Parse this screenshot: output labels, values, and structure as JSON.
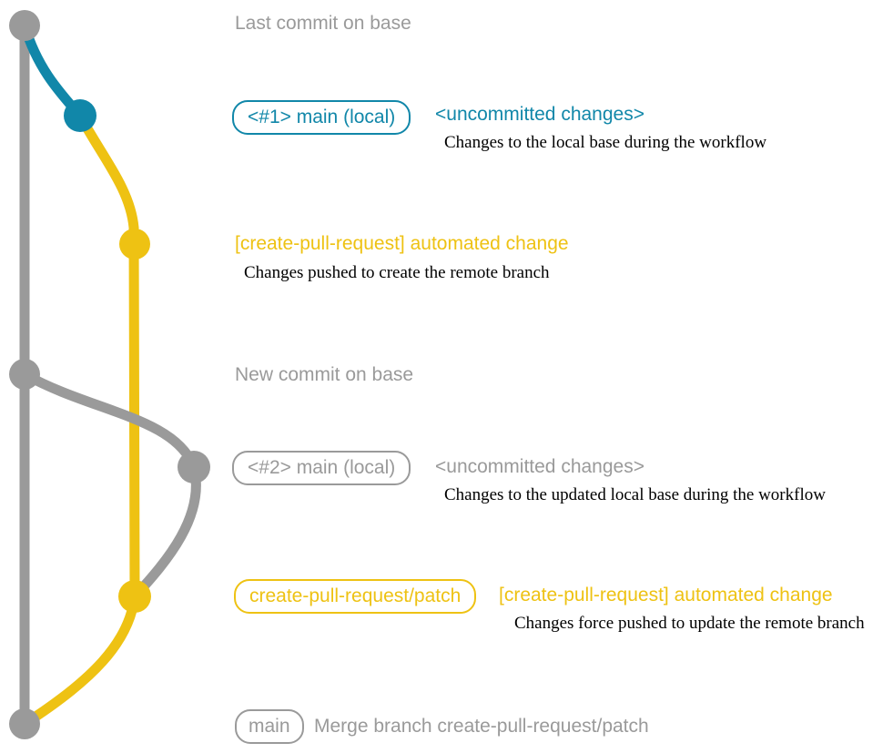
{
  "colors": {
    "teal": "#1187a9",
    "yellow": "#eec213",
    "gray": "#9a9a9a",
    "ink": "#000000",
    "background": "#ffffff"
  },
  "rows": {
    "last_commit": {
      "label": "Last commit on base"
    },
    "local_commit_1": {
      "badge": "<#1> main (local)",
      "title": "<uncommitted changes>",
      "description": "Changes to the local base during the workflow"
    },
    "push_1": {
      "title": "[create-pull-request] automated change",
      "description": "Changes pushed to create the remote branch"
    },
    "new_commit": {
      "label": "New commit on base"
    },
    "local_commit_2": {
      "badge": "<#2> main (local)",
      "title": "<uncommitted changes>",
      "description": "Changes to the updated local base during the workflow"
    },
    "force_push": {
      "badge": "create-pull-request/patch",
      "title": "[create-pull-request] automated change",
      "description": "Changes force pushed to update the remote branch"
    },
    "merge": {
      "badge": "main",
      "label": "Merge branch create-pull-request/patch"
    }
  }
}
